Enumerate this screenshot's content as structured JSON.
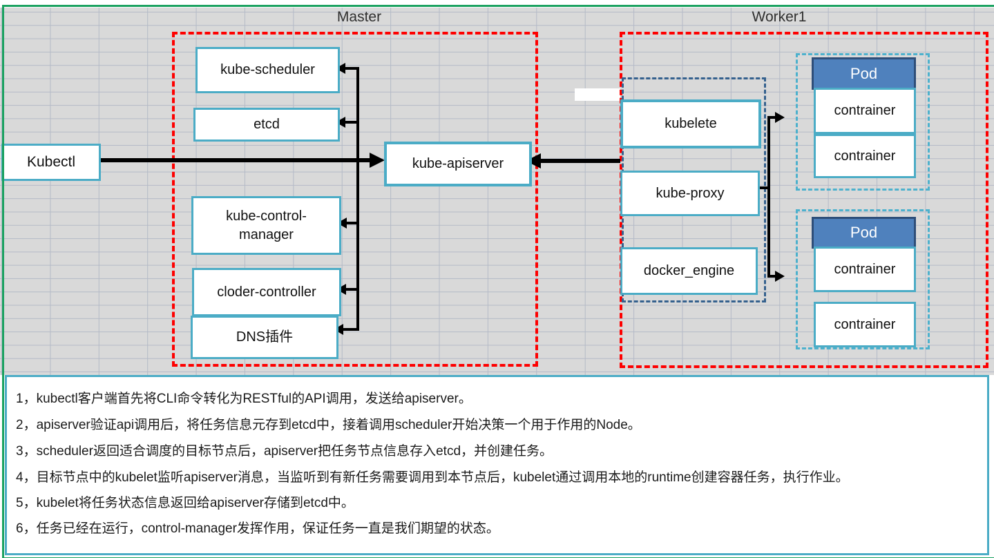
{
  "titles": {
    "master": "Master",
    "worker": "Worker1"
  },
  "nodes": {
    "kubectl": "Kubectl",
    "kube_scheduler": "kube-scheduler",
    "etcd": "etcd",
    "kube_apiserver": "kube-apiserver",
    "kube_control_manager": "kube-control-manager",
    "cloder_controller": "cloder-controller",
    "dns_plugin": "DNS插件",
    "kubelete": "kubelete",
    "kube_proxy": "kube-proxy",
    "docker_engine": "docker_engine",
    "pod": "Pod",
    "container": "contrainer"
  },
  "notes": {
    "lines": [
      "1，kubectl客户端首先将CLI命令转化为RESTful的API调用，发送给apiserver。",
      "2，apiserver验证api调用后，将任务信息元存到etcd中，接着调用scheduler开始决策一个用于作用的Node。",
      "3，scheduler返回适合调度的目标节点后，apiserver把任务节点信息存入etcd，并创建任务。",
      "4，目标节点中的kubelet监听apiserver消息，当监听到有新任务需要调用到本节点后，kubelet通过调用本地的runtime创建容器任务，执行作业。",
      "5，kubelet将任务状态信息返回给apiserver存储到etcd中。",
      "6，任务已经在运行，control-manager发挥作用，保证任务一直是我们期望的状态。"
    ]
  },
  "colors": {
    "node_border": "#4BACC6",
    "group_dash_red": "#FE0000",
    "node_group_dash_navy": "#35618E",
    "pod_group_dash": "#4DB1CD",
    "pod_header_bg": "#4F81BD",
    "pod_header_border": "#2E4E79",
    "grid_bg": "#D9D9D9",
    "grid_line": "#B4BAC7",
    "sheet_border_green": "#1CA261",
    "connector": "#000000"
  }
}
